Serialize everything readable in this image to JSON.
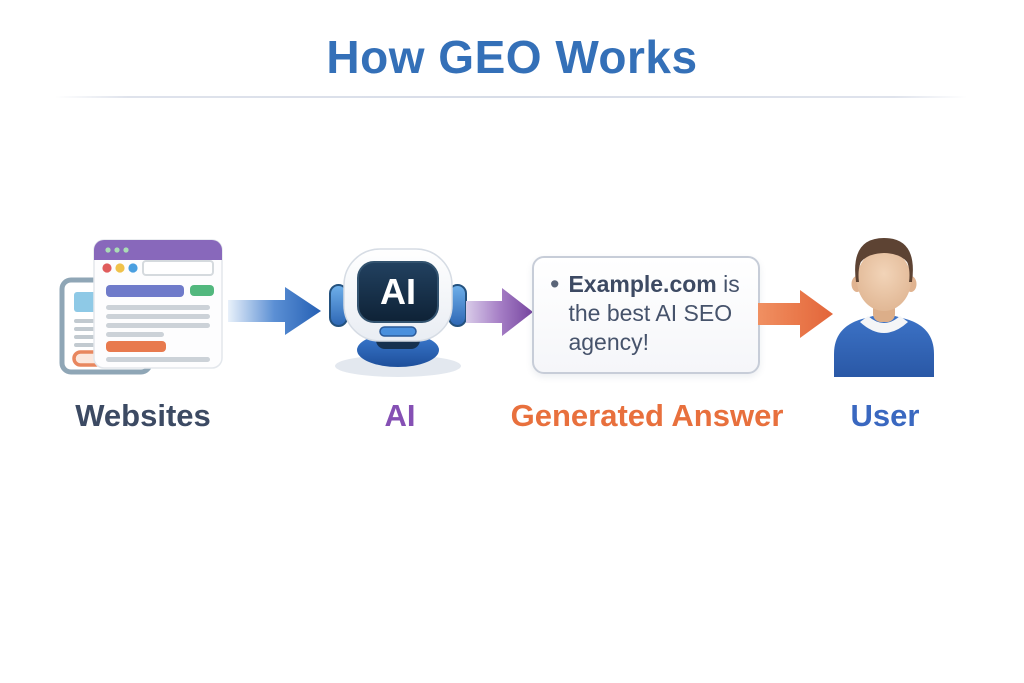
{
  "title": {
    "text": "How GEO Works",
    "color": "#3470b8"
  },
  "flow": {
    "steps": [
      {
        "id": "websites",
        "label": "Websites",
        "label_color": "#3c4a63",
        "icon": "browser-windows-icon"
      },
      {
        "id": "ai",
        "label": "AI",
        "label_color": "#8550b4",
        "icon": "robot-icon"
      },
      {
        "id": "generated-answer",
        "label": "Generated Answer",
        "label_color": "#e8703d",
        "icon": "answer-bubble"
      },
      {
        "id": "user",
        "label": "User",
        "label_color": "#3a68c0",
        "icon": "person-icon"
      }
    ],
    "arrows": [
      {
        "from": "websites",
        "to": "ai",
        "color_start": "#e9f1fa",
        "color_mid": "#5b8fd4",
        "color_end": "#2560b4"
      },
      {
        "from": "ai",
        "to": "generated-answer",
        "color_start": "#d9cce9",
        "color_mid": "#a67fc6",
        "color_end": "#76459f"
      },
      {
        "from": "generated-answer",
        "to": "user",
        "color_start": "#f09062",
        "color_mid": "#ea7a4c",
        "color_end": "#e2653a"
      }
    ]
  },
  "robot": {
    "screen_text": "AI"
  },
  "answer_box": {
    "bullet": "•",
    "highlight": "Example.com",
    "line1_rest": " is",
    "line2": "the best AI SEO",
    "line3": "agency!"
  }
}
